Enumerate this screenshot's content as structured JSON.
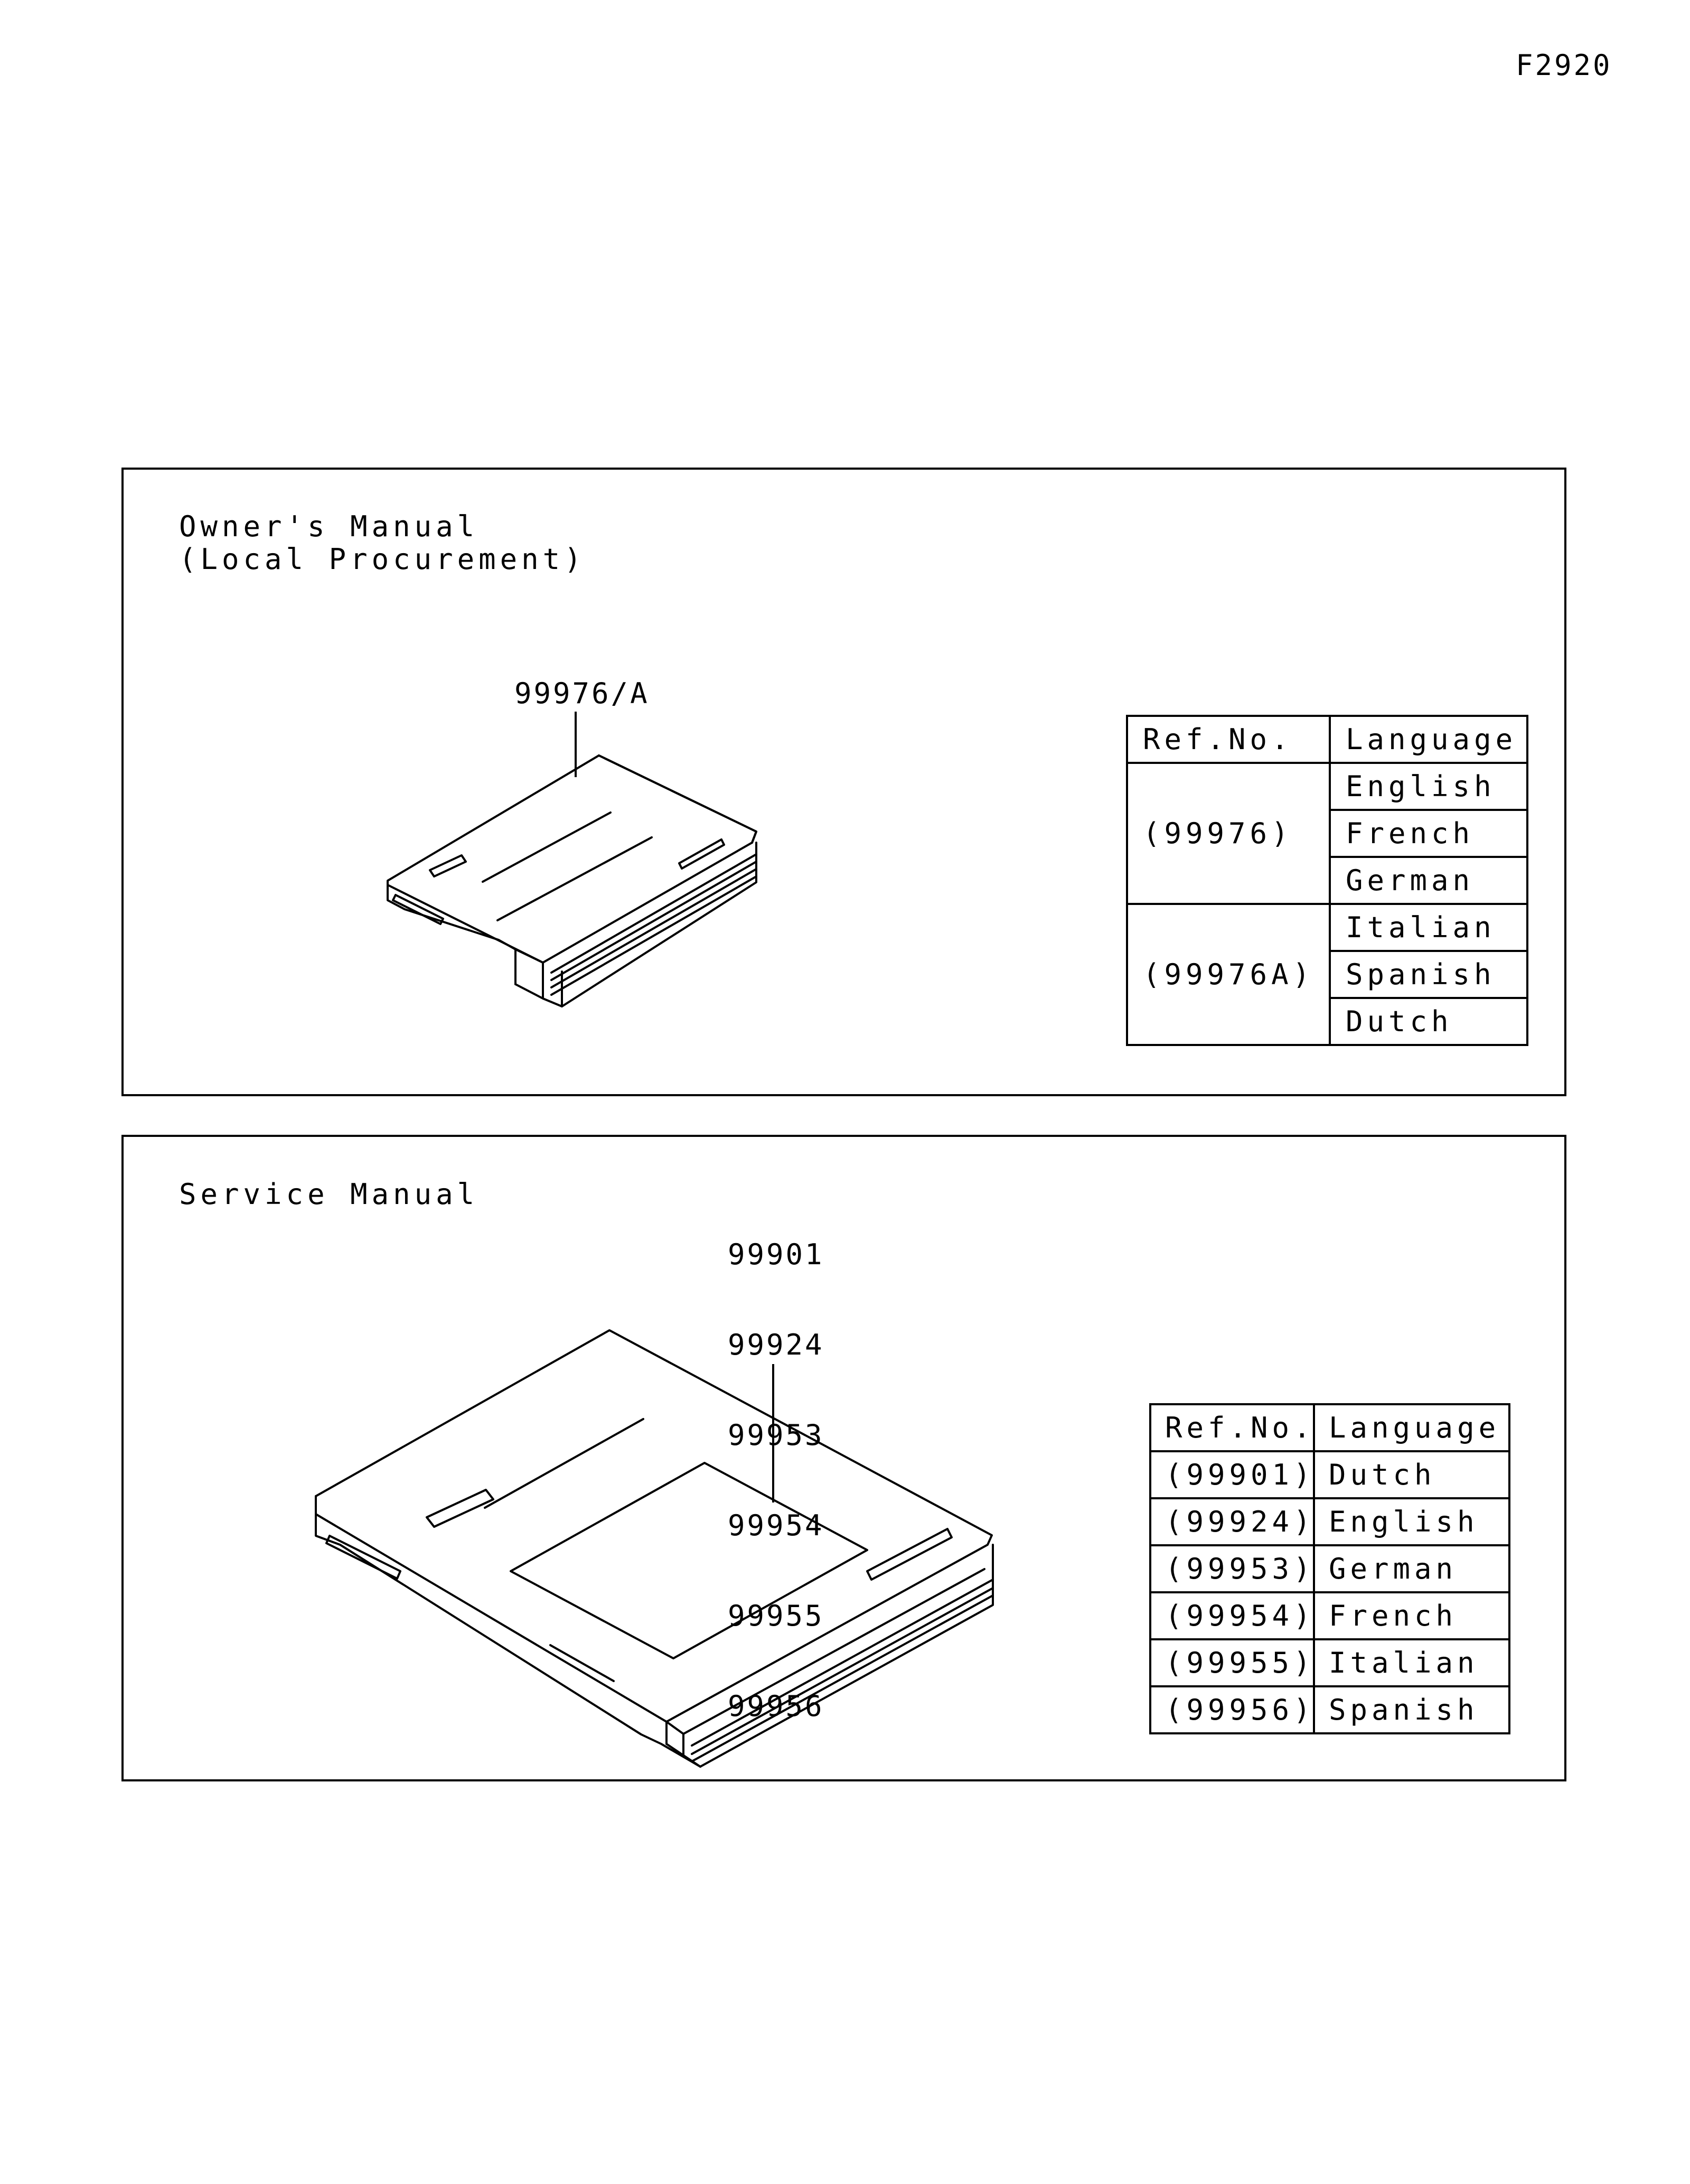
{
  "figure_code": "F2920",
  "owner_manual": {
    "title_line1": "Owner's Manual",
    "title_line2": "(Local Procurement)",
    "callout": "99976/A",
    "table": {
      "header": {
        "ref": "Ref.No.",
        "language": "Language"
      },
      "groups": [
        {
          "ref": "(99976)",
          "languages": [
            "English",
            "French",
            "German"
          ]
        },
        {
          "ref": "(99976A)",
          "languages": [
            "Italian",
            "Spanish",
            "Dutch"
          ]
        }
      ]
    }
  },
  "service_manual": {
    "title": "Service Manual",
    "callouts": [
      "99901",
      "99924",
      "99953",
      "99954",
      "99955",
      "99956"
    ],
    "table": {
      "header": {
        "ref": "Ref.No.",
        "language": "Language"
      },
      "rows": [
        {
          "ref": "(99901)",
          "language": "Dutch"
        },
        {
          "ref": "(99924)",
          "language": "English"
        },
        {
          "ref": "(99953)",
          "language": "German"
        },
        {
          "ref": "(99954)",
          "language": "French"
        },
        {
          "ref": "(99955)",
          "language": "Italian"
        },
        {
          "ref": "(99956)",
          "language": "Spanish"
        }
      ]
    }
  }
}
